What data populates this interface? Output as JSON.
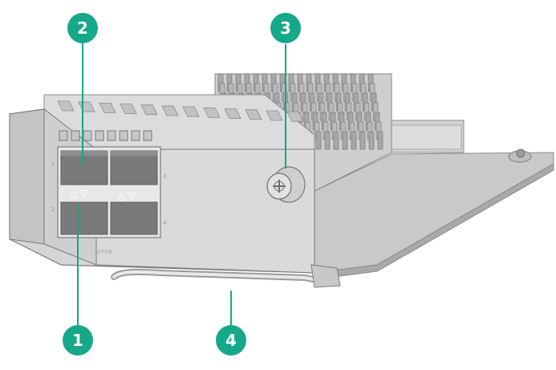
{
  "callouts": [
    {
      "id": "1",
      "target": "sfp28-ports"
    },
    {
      "id": "2",
      "target": "status-leds"
    },
    {
      "id": "3",
      "target": "captive-screw"
    },
    {
      "id": "4",
      "target": "ejector-handle"
    }
  ],
  "port_numbers": [
    "1",
    "2",
    "3",
    "4"
  ],
  "port_arrows": [
    "△ ▽",
    "△ ▽"
  ],
  "panel_label": "SFP28",
  "colors": {
    "callout_fill": "#15a889",
    "callout_line": "#15a889",
    "module_body": "#d6d6d6",
    "port_dark": "#7a7a7a"
  }
}
